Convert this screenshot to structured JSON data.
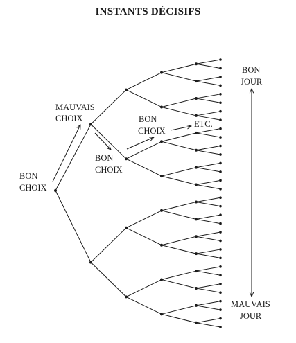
{
  "title": "INSTANTS DÉCISIFS",
  "labels": {
    "bon_choix_root_1": "BON",
    "bon_choix_root_2": "CHOIX",
    "mauvais_choix_1": "MAUVAIS",
    "mauvais_choix_2": "CHOIX",
    "bon_choix_mid_1": "BON",
    "bon_choix_mid_2": "CHOIX",
    "bon_choix_upper_1": "BON",
    "bon_choix_upper_2": "CHOIX",
    "etc": "ETC.",
    "bon_jour_1": "BON",
    "bon_jour_2": "JOUR",
    "mauvais_jour_1": "MAUVAIS",
    "mauvais_jour_2": "JOUR"
  },
  "tree": {
    "depth": 5,
    "branching": 2
  },
  "colors": {
    "ink": "#1a1a1a",
    "background": "#ffffff"
  }
}
